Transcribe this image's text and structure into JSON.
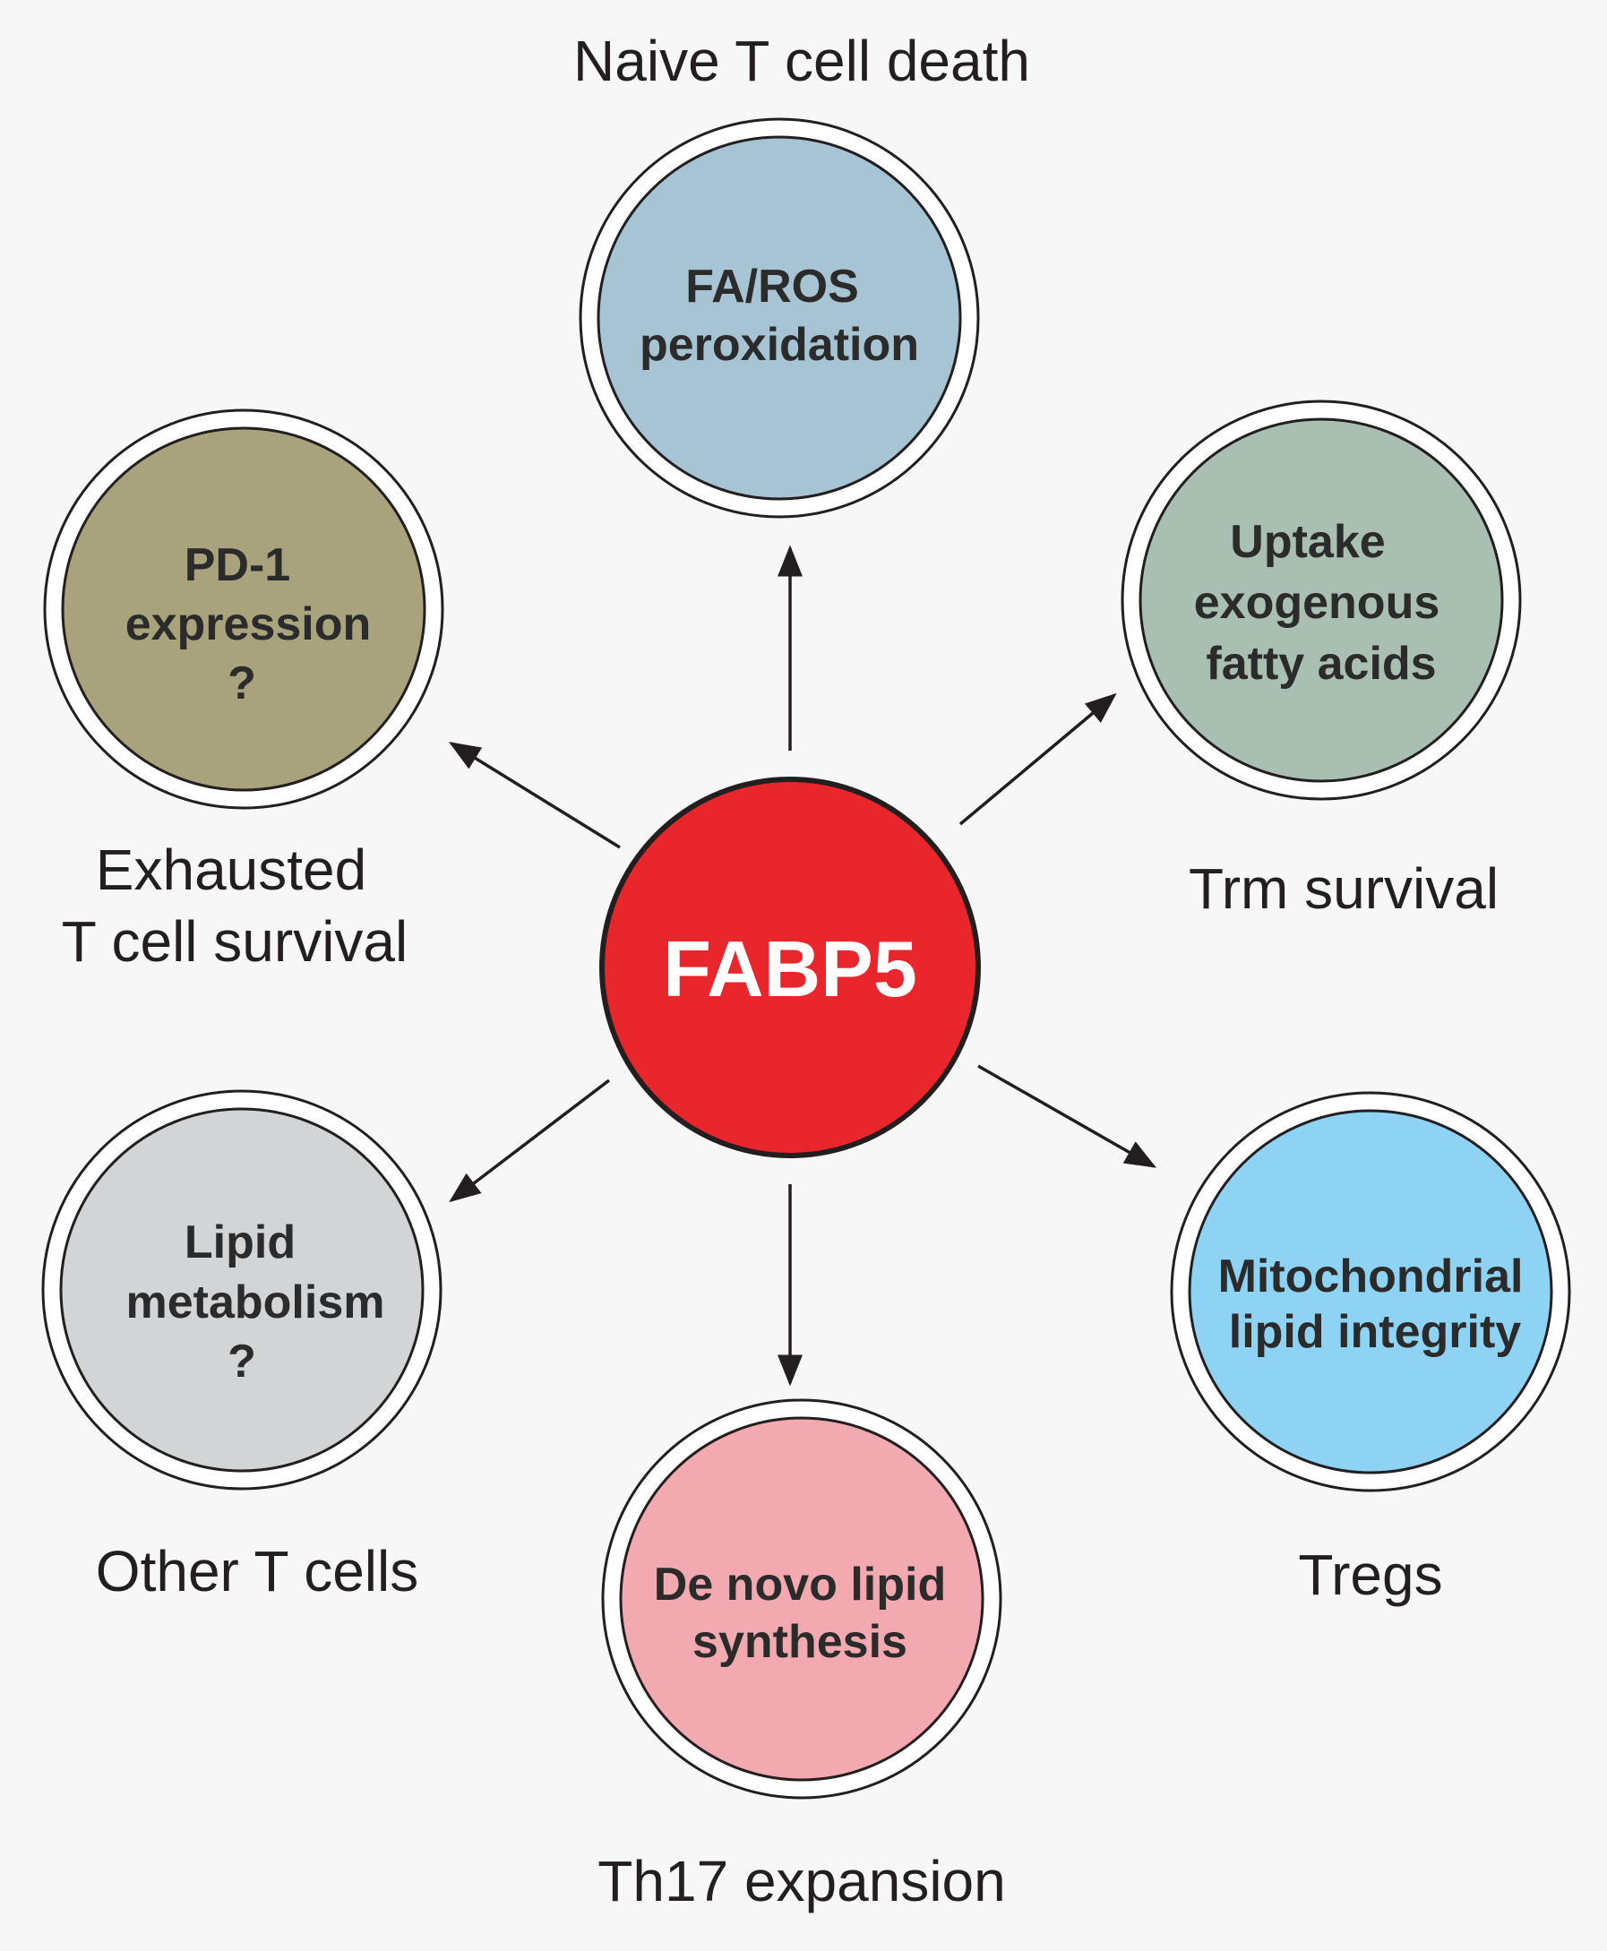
{
  "center": {
    "label": "FABP5",
    "color": "#e8262c"
  },
  "nodes": {
    "top": {
      "lines": [
        "FA/ROS",
        "peroxidation"
      ],
      "caption": [
        "Naive T cell death"
      ],
      "color": "#a7c4d4"
    },
    "upper_right": {
      "lines": [
        "Uptake",
        "exogenous",
        "fatty acids"
      ],
      "caption": [
        "Trm survival"
      ],
      "color": "#a9bfb1"
    },
    "lower_right": {
      "lines": [
        "Mitochondrial",
        "lipid integrity"
      ],
      "caption": [
        "Tregs"
      ],
      "color": "#8fd3f4"
    },
    "bottom": {
      "lines": [
        "De novo lipid",
        "synthesis"
      ],
      "caption": [
        "Th17 expansion"
      ],
      "color": "#f3a9b0"
    },
    "lower_left": {
      "lines": [
        "Lipid",
        "metabolism",
        "?"
      ],
      "caption": [
        "Other T cells"
      ],
      "color": "#d3d4d6"
    },
    "upper_left": {
      "lines": [
        "PD-1",
        "expression",
        "?"
      ],
      "caption": [
        "Exhausted",
        "T cell survival"
      ],
      "color": "#a8a37c"
    }
  }
}
